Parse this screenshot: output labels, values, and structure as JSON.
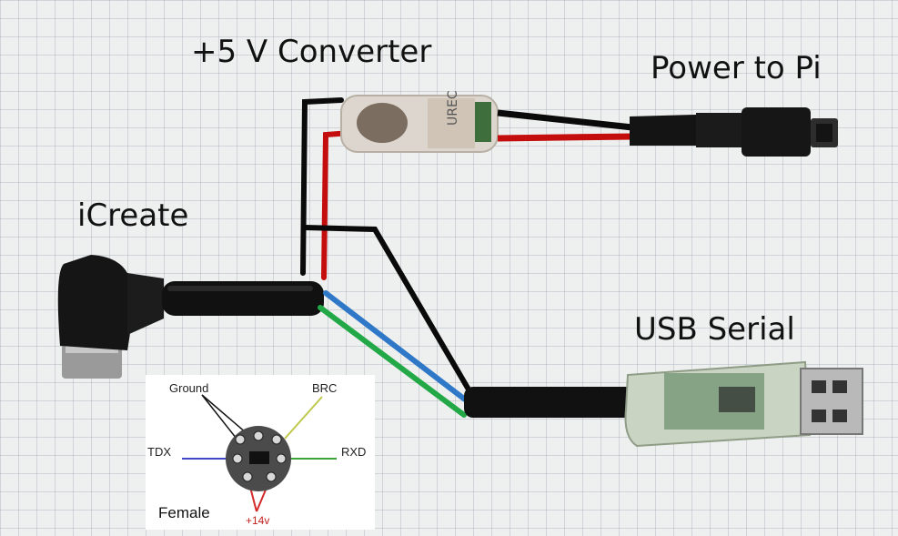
{
  "labels": {
    "converter": "+5 V Converter",
    "power": "Power to Pi",
    "icreate": "iCreate",
    "usb": "USB Serial"
  },
  "pinout": {
    "ground": "Ground",
    "brc": "BRC",
    "tdx": "TDX",
    "rxd": "RXD",
    "v14": "+14v",
    "female": "Female"
  },
  "converter_text": "UREC",
  "colors": {
    "wire_black": "#0a0a0a",
    "wire_red": "#c40d0d",
    "wire_blue": "#2f78c8",
    "wire_green": "#22a846",
    "brc_wire": "#bfc84a",
    "tdx_wire": "#3d49c8",
    "rxd_wire": "#3aa33a",
    "v14_wire": "#d42a2a"
  }
}
